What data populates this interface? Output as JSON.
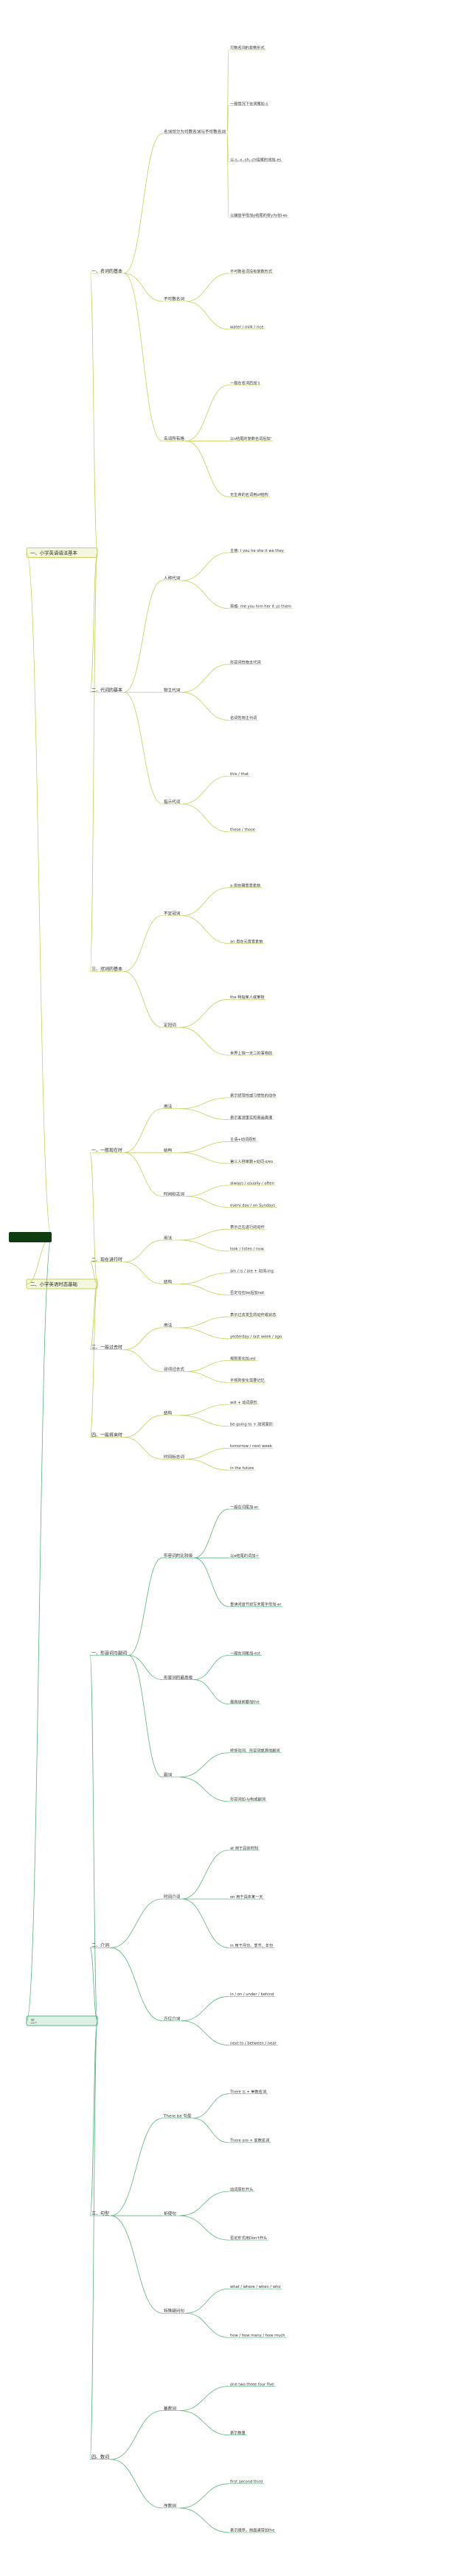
{
  "colors": {
    "root_fill": "#0f3d12",
    "branch_1": "#c6d25a",
    "branch_2": "#c6d25a",
    "branch_3": "#5bb380",
    "text": "#333333"
  },
  "root": {
    "label": ""
  },
  "branches": [
    {
      "id": "b1",
      "label": "一、小学英语语法基本",
      "color": "#c6d25a",
      "topics": [
        {
          "label": "一、名词的基本",
          "children": [
            {
              "label": "名词可分为可数名词与不可数名词",
              "children": [
                {
                  "label": "可数名词的复数形式"
                },
                {
                  "label": "一般情况下在词尾加-s"
                },
                {
                  "label": "以-s,-x,-sh,-ch结尾的词加-es"
                },
                {
                  "label": "以辅音字母加y结尾的变y为i加-es"
                }
              ]
            },
            {
              "label": "不可数名词",
              "children": [
                {
                  "label": "不可数名词没有复数形式"
                },
                {
                  "label": "water / milk / rice"
                }
              ]
            },
            {
              "label": "名词所有格",
              "children": [
                {
                  "label": "一般在名词后加's"
                },
                {
                  "label": "以s结尾的复数名词后加'"
                },
                {
                  "label": "无生命的名词用of结构"
                }
              ]
            }
          ]
        },
        {
          "label": "二、代词的基本",
          "children": [
            {
              "label": "人称代词",
              "children": [
                {
                  "label": "主格: I you he she it we they"
                },
                {
                  "label": "宾格: me you him her it us them"
                }
              ]
            },
            {
              "label": "物主代词",
              "children": [
                {
                  "label": "形容词性物主代词"
                },
                {
                  "label": "名词性物主代词"
                }
              ]
            },
            {
              "label": "指示代词",
              "children": [
                {
                  "label": "this / that"
                },
                {
                  "label": "these / those"
                }
              ]
            }
          ]
        },
        {
          "label": "三、冠词的基本",
          "children": [
            {
              "label": "不定冠词",
              "children": [
                {
                  "label": "a 用在辅音音素前"
                },
                {
                  "label": "an 用在元音音素前"
                }
              ]
            },
            {
              "label": "定冠词",
              "children": [
                {
                  "label": "the 特指某人或某物"
                },
                {
                  "label": "世界上独一无二的事物前"
                }
              ]
            }
          ]
        }
      ]
    },
    {
      "id": "b2",
      "label": "二、小学英语时态基础",
      "color": "#c6d25a",
      "topics": [
        {
          "label": "一、一般现在时",
          "children": [
            {
              "label": "用法",
              "children": [
                {
                  "label": "表示经常性或习惯性的动作"
                },
                {
                  "label": "表示客观事实和普遍真理"
                }
              ]
            },
            {
              "label": "结构",
              "children": [
                {
                  "label": "主语+动词原形"
                },
                {
                  "label": "第三人称单数+动词-s/es"
                }
              ]
            },
            {
              "label": "时间标志词",
              "children": [
                {
                  "label": "always / usually / often"
                },
                {
                  "label": "every day / on Sundays"
                }
              ]
            }
          ]
        },
        {
          "label": "二、现在进行时",
          "children": [
            {
              "label": "用法",
              "children": [
                {
                  "label": "表示正在进行的动作"
                },
                {
                  "label": "look / listen / now"
                }
              ]
            },
            {
              "label": "结构",
              "children": [
                {
                  "label": "am / is / are + 动词-ing"
                },
                {
                  "label": "否定句在be后加not"
                }
              ]
            }
          ]
        },
        {
          "label": "三、一般过去时",
          "children": [
            {
              "label": "用法",
              "children": [
                {
                  "label": "表示过去发生的动作或状态"
                },
                {
                  "label": "yesterday / last week / ago"
                }
              ]
            },
            {
              "label": "动词过去式",
              "children": [
                {
                  "label": "规则变化加-ed"
                },
                {
                  "label": "不规则变化需要记忆"
                }
              ]
            }
          ]
        },
        {
          "label": "四、一般将来时",
          "children": [
            {
              "label": "结构",
              "children": [
                {
                  "label": "will + 动词原形"
                },
                {
                  "label": "be going to + 动词原形"
                }
              ]
            },
            {
              "label": "时间标志词",
              "children": [
                {
                  "label": "tomorrow / next week"
                },
                {
                  "label": "in the future"
                }
              ]
            }
          ]
        }
      ]
    },
    {
      "id": "b3",
      "label": "三、",
      "color": "#5bb380",
      "topics": [
        {
          "label": "一、形容词与副词",
          "children": [
            {
              "label": "形容词的比较级",
              "children": [
                {
                  "label": "一般在词尾加-er"
                },
                {
                  "label": "以e结尾的词加-r"
                },
                {
                  "label": "重读闭音节双写末尾字母加-er"
                }
              ]
            },
            {
              "label": "形容词的最高级",
              "children": [
                {
                  "label": "一般在词尾加-est"
                },
                {
                  "label": "最高级前要加the"
                }
              ]
            },
            {
              "label": "副词",
              "children": [
                {
                  "label": "修饰动词、形容词或其他副词"
                },
                {
                  "label": "形容词加-ly构成副词"
                }
              ]
            }
          ]
        },
        {
          "label": "二、介词",
          "children": [
            {
              "label": "时间介词",
              "children": [
                {
                  "label": "at 用于具体时刻"
                },
                {
                  "label": "on 用于具体某一天"
                },
                {
                  "label": "in 用于月份、季节、年份"
                }
              ]
            },
            {
              "label": "方位介词",
              "children": [
                {
                  "label": "in / on / under / behind"
                },
                {
                  "label": "next to / between / near"
                }
              ]
            }
          ]
        },
        {
          "label": "三、句型",
          "children": [
            {
              "label": "There be 句型",
              "children": [
                {
                  "label": "There is + 单数名词"
                },
                {
                  "label": "There are + 复数名词"
                }
              ]
            },
            {
              "label": "祈使句",
              "children": [
                {
                  "label": "动词原形开头"
                },
                {
                  "label": "否定形式用Don't开头"
                }
              ]
            },
            {
              "label": "特殊疑问句",
              "children": [
                {
                  "label": "what / where / when / who"
                },
                {
                  "label": "how / how many / how much"
                }
              ]
            }
          ]
        },
        {
          "label": "四、数词",
          "children": [
            {
              "label": "基数词",
              "children": [
                {
                  "label": "one two three four five"
                },
                {
                  "label": "表示数量"
                }
              ]
            },
            {
              "label": "序数词",
              "children": [
                {
                  "label": "first second third"
                },
                {
                  "label": "表示顺序，前面通常加the"
                }
              ]
            }
          ]
        }
      ]
    }
  ]
}
